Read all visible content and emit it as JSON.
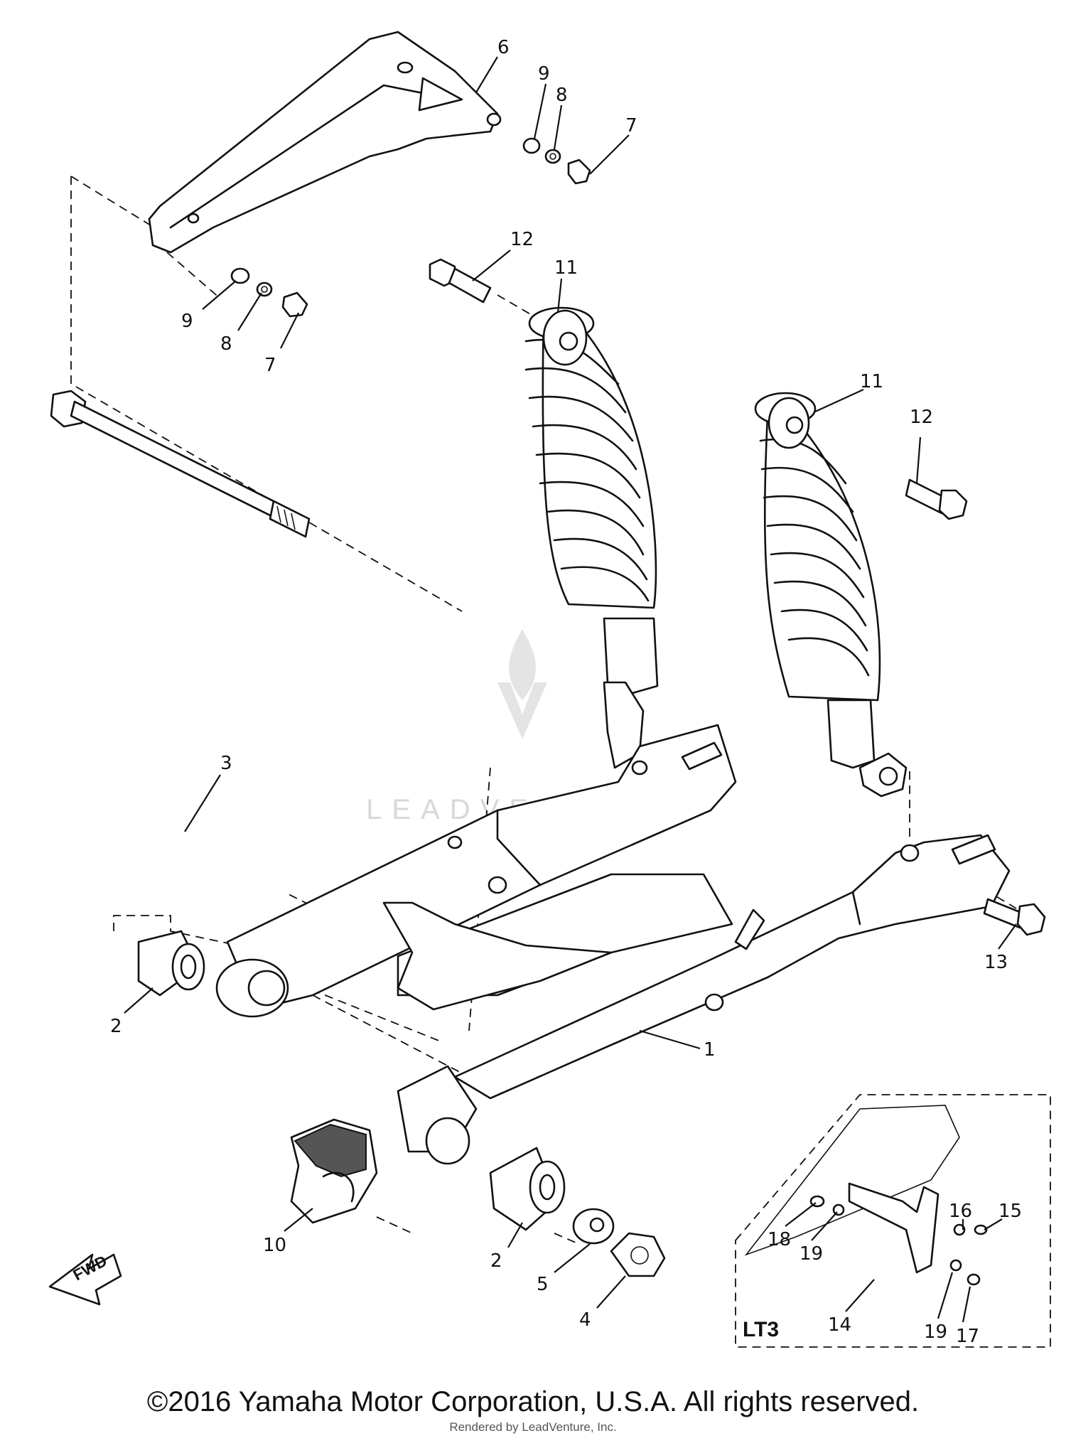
{
  "diagram": {
    "callouts": [
      {
        "id": "c6",
        "text": "6"
      },
      {
        "id": "c9a",
        "text": "9"
      },
      {
        "id": "c8a",
        "text": "8"
      },
      {
        "id": "c7a",
        "text": "7"
      },
      {
        "id": "c9b",
        "text": "9"
      },
      {
        "id": "c8b",
        "text": "8"
      },
      {
        "id": "c7b",
        "text": "7"
      },
      {
        "id": "c12a",
        "text": "12"
      },
      {
        "id": "c11a",
        "text": "11"
      },
      {
        "id": "c11b",
        "text": "11"
      },
      {
        "id": "c12b",
        "text": "12"
      },
      {
        "id": "c3",
        "text": "3"
      },
      {
        "id": "c13",
        "text": "13"
      },
      {
        "id": "c2a",
        "text": "2"
      },
      {
        "id": "c1",
        "text": "1"
      },
      {
        "id": "c10",
        "text": "10"
      },
      {
        "id": "c2b",
        "text": "2"
      },
      {
        "id": "c5",
        "text": "5"
      },
      {
        "id": "c4",
        "text": "4"
      },
      {
        "id": "c16",
        "text": "16"
      },
      {
        "id": "c15",
        "text": "15"
      },
      {
        "id": "c18",
        "text": "18"
      },
      {
        "id": "c19a",
        "text": "19"
      },
      {
        "id": "c14",
        "text": "14"
      },
      {
        "id": "c19b",
        "text": "19"
      },
      {
        "id": "c17",
        "text": "17"
      }
    ],
    "inset_label": "LT3",
    "fwd_label": "FWD",
    "watermark": "LEADVENTURE"
  },
  "footer": {
    "copyright": "©2016 Yamaha Motor Corporation, U.S.A. All rights reserved.",
    "rendered_by": "Rendered by LeadVenture, Inc."
  }
}
